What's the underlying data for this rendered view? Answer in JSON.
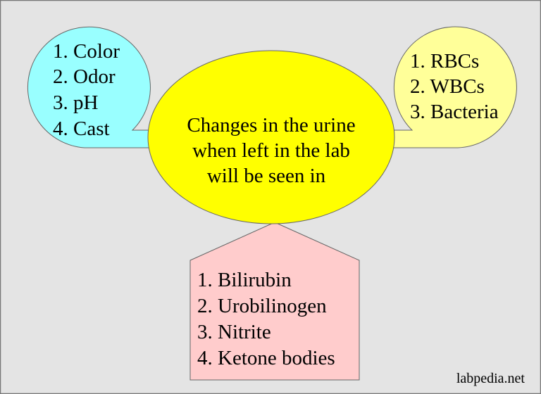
{
  "colors": {
    "background": "#e4e4e4",
    "left_callout": "#99ffff",
    "center_ellipse": "#ffff00",
    "right_callout": "#ffff99",
    "bottom_callout": "#ffcccc",
    "outline": "#666666"
  },
  "center": {
    "lines": [
      "Changes in the urine",
      "when left in the lab",
      "will be seen in"
    ]
  },
  "left_callout": {
    "items": [
      "1. Color",
      "2. Odor",
      "3. pH",
      "4. Cast"
    ]
  },
  "right_callout": {
    "items": [
      "1. RBCs",
      "2. WBCs",
      "3. Bacteria"
    ]
  },
  "bottom_callout": {
    "items": [
      "1. Bilirubin",
      "2. Urobilinogen",
      "3. Nitrite",
      "4. Ketone bodies"
    ]
  },
  "watermark": "labpedia.net"
}
